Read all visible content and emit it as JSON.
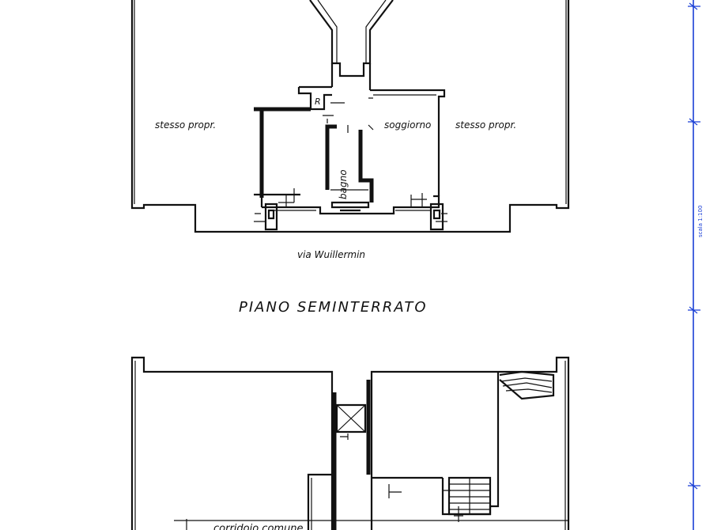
{
  "labels": {
    "left_property": "stesso propr.",
    "right_property": "stesso propr.",
    "living_room": "soggiorno",
    "bathroom": "bagno",
    "small_room": "R",
    "street": "via Wuillermin",
    "floor_title": "PIANO  SEMINTERRATO",
    "lower_corridor": "corridoio  comune",
    "margin_scale_note": "scala 1:100"
  },
  "colors": {
    "ink": "#111111",
    "dimension_line": "#1a3fd6",
    "paper": "#ffffff"
  }
}
